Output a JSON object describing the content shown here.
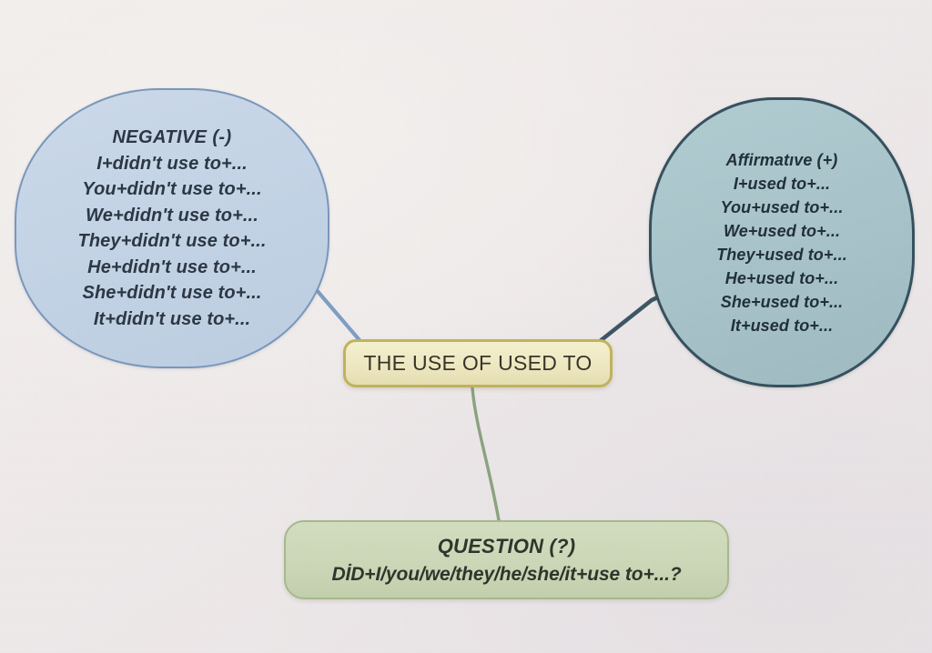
{
  "diagram": {
    "title": "THE USE OF USED TO",
    "background_color": "#efeaea"
  },
  "center": {
    "label": "THE USE OF USED TO",
    "fill": "#efe9c2",
    "border": "#c2b35c",
    "text_color": "#3a3428"
  },
  "negative": {
    "title": "NEGATIVE (-)",
    "lines": [
      "I+didn't use to+...",
      "You+didn't use to+...",
      "We+didn't use to+...",
      "They+didn't use to+...",
      "He+didn't use to+...",
      "She+didn't use to+...",
      "It+didn't use to+..."
    ],
    "fill": "#c3d3e6",
    "border": "#7a97bb",
    "text_color": "#2c3744"
  },
  "affirmative": {
    "title": "Affirmatıve (+)",
    "lines": [
      "I+used to+...",
      "You+used to+...",
      "We+used to+...",
      "They+used to+...",
      "He+used to+...",
      "She+used to+...",
      "It+used to+..."
    ],
    "fill": "#a7c3c9",
    "border": "#36505e",
    "text_color": "#20303a"
  },
  "question": {
    "title": "QUESTION (?)",
    "line": "DİD+I/you/we/they/he/she/it+use to+...?",
    "fill": "#ccd8b8",
    "border": "#a7b98e",
    "text_color": "#2e352a"
  },
  "connectors": [
    {
      "name": "negative-to-center",
      "color": "#7e9ec4"
    },
    {
      "name": "affirmative-to-center",
      "color": "#3d5665"
    },
    {
      "name": "center-to-question",
      "color": "#8ba37f"
    }
  ]
}
